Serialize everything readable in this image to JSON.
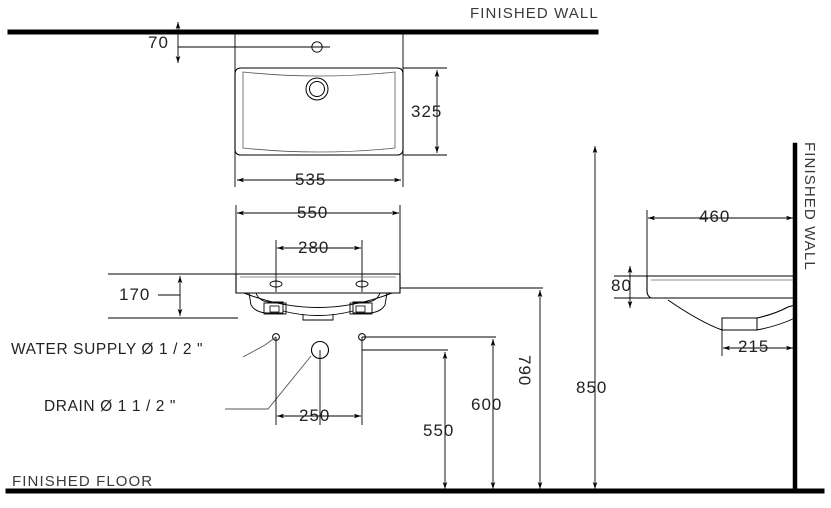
{
  "drawing": {
    "type": "plumbing-rough-in-dimension-drawing",
    "subject": "Wall-hung wash basin / lavatory",
    "units": "mm",
    "line_color": "#000000",
    "text_color": "#222222"
  },
  "labels": {
    "finished_wall_top": "FINISHED WALL",
    "finished_wall_right": "FINISHED WALL",
    "finished_floor": "FINISHED FLOOR",
    "water_supply": "WATER SUPPLY  Ø 1 / 2 \"",
    "drain": "DRAIN  Ø 1 1 / 2 \""
  },
  "dimensions": {
    "plan": {
      "wall_to_faucet_hole": "70",
      "basin_width": "535",
      "basin_depth": "325"
    },
    "elevation": {
      "overall_width": "550",
      "faucet_hole_spacing": "280",
      "apron_height": "170",
      "supply_offset_from_center": "250",
      "drain_height_from_floor": "550",
      "supply_height_from_floor": "600",
      "basin_top_height": "790",
      "counter_top_height": "850"
    },
    "side": {
      "projection_from_wall": "460",
      "rim_thickness": "80",
      "drain_from_wall": "215"
    }
  },
  "dimension_list": [
    {
      "value": "70",
      "view": "plan",
      "meaning": "finished wall to faucet hole centre"
    },
    {
      "value": "535",
      "view": "plan",
      "meaning": "basin bowl width"
    },
    {
      "value": "325",
      "view": "plan",
      "meaning": "basin bowl depth"
    },
    {
      "value": "550",
      "view": "elevation",
      "meaning": "overall basin width"
    },
    {
      "value": "280",
      "view": "elevation",
      "meaning": "faucet hole centre spacing"
    },
    {
      "value": "170",
      "view": "elevation",
      "meaning": "basin body height"
    },
    {
      "value": "250",
      "view": "elevation",
      "meaning": "supply offset from drain centre"
    },
    {
      "value": "550",
      "view": "elevation",
      "meaning": "drain centre height above finished floor"
    },
    {
      "value": "600",
      "view": "elevation",
      "meaning": "supply centre height above finished floor"
    },
    {
      "value": "790",
      "view": "elevation",
      "meaning": "basin underside height above finished floor"
    },
    {
      "value": "850",
      "view": "elevation",
      "meaning": "basin rim height above finished floor"
    },
    {
      "value": "460",
      "view": "side",
      "meaning": "projection from finished wall"
    },
    {
      "value": "80",
      "view": "side",
      "meaning": "rim thickness"
    },
    {
      "value": "215",
      "view": "side",
      "meaning": "drain centre from finished wall"
    }
  ]
}
